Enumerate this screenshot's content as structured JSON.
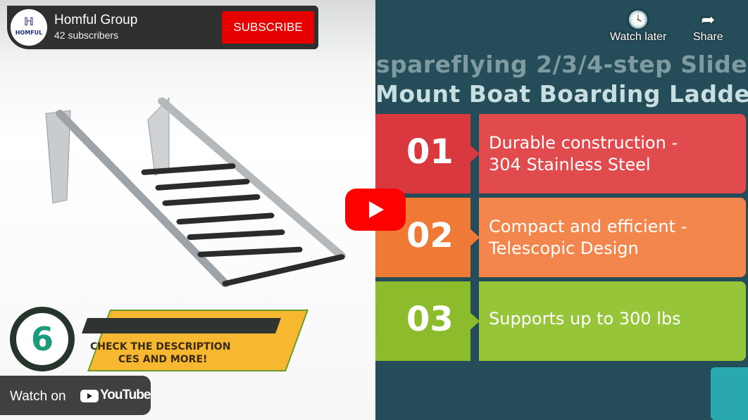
{
  "channel": {
    "name": "Homful Group",
    "subscribers": "42 subscribers",
    "avatar_text": "HOMFUL",
    "subscribe_label": "SUBSCRIBE"
  },
  "actions": {
    "watch_later": "Watch later",
    "share": "Share"
  },
  "thumbnail": {
    "title_line1": "spareflying 2/3/4-step Slide",
    "title_line2": "Mount Boat Boarding Ladder",
    "features": [
      {
        "number": "01",
        "line1": "Durable construction -",
        "line2": "304 Stainless Steel",
        "color": "#e14b4e"
      },
      {
        "number": "02",
        "line1": "Compact and efficient -",
        "line2": "Telescopic Design",
        "color": "#f3864c"
      },
      {
        "number": "03",
        "line1": "Supports up to 300 lbs",
        "line2": "",
        "color": "#96c53a"
      }
    ],
    "rank": "6",
    "banner_line1": "CHECK THE DESCRIPTION",
    "banner_line2": "CES AND MORE!"
  },
  "footer": {
    "watch_on": "Watch on",
    "youtube": "YouTube"
  },
  "colors": {
    "subscribe": "#e60000",
    "play": "#ff0000",
    "right_bg": "#244c59"
  }
}
